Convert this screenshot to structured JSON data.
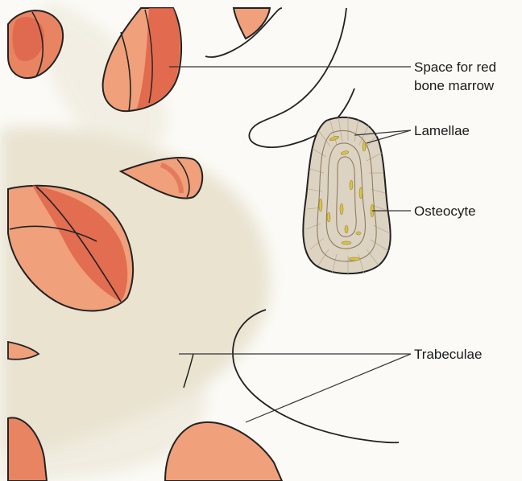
{
  "labels": {
    "marrow_line1": "Space for red",
    "marrow_line2": "bone marrow",
    "lamellae": "Lamellae",
    "osteocyte": "Osteocyte",
    "trabeculae": "Trabeculae"
  },
  "colors": {
    "marrow_light": "#f0a07a",
    "marrow_mid": "#e06d50",
    "marrow_dark": "#d0463a",
    "bone": "#efece0",
    "bone_shadow": "#d9d2bd",
    "osteon": "#ddd3c2",
    "lamella_line": "#c8b89d",
    "osteocyte": "#d8c24a",
    "outline": "#222222",
    "leader": "#333333"
  }
}
